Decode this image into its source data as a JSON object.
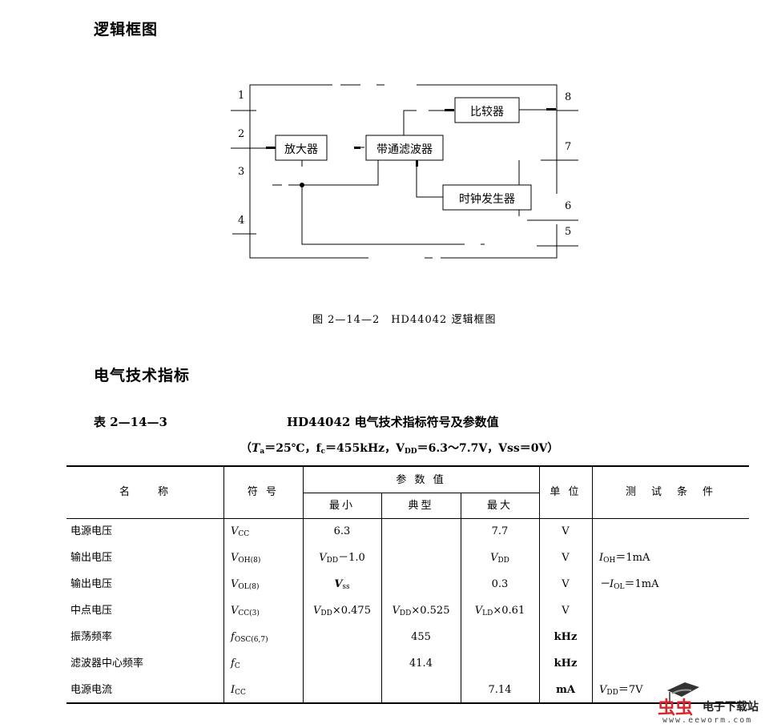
{
  "section1": {
    "title": "逻辑框图"
  },
  "diagram": {
    "blocks": {
      "amplifier": "放大器",
      "bandpass_filter": "带通滤波器",
      "comparator": "比较器",
      "clock_generator": "时钟发生器"
    },
    "pins": [
      "1",
      "2",
      "3",
      "4",
      "5",
      "6",
      "7",
      "8"
    ],
    "caption": "图 2—14—2　HD44042 逻辑框图"
  },
  "section2": {
    "title": "电气技术指标"
  },
  "table": {
    "label": "表 2—14—3",
    "title": "HD44042 电气技术指标符号及参数值",
    "conditions": {
      "ta": "T",
      "ta_sub": "a",
      "ta_val": "＝25℃，f",
      "fc_sub": "c",
      "fc_val": "＝455kHz，V",
      "vdd_sub": "DD",
      "vdd_val": "＝6.3～7.7V，Vss＝0V）",
      "open": "（"
    },
    "headers": {
      "name": "名　　称",
      "symbol": "符 号",
      "params": "参 数 值",
      "min": "最小",
      "typ": "典型",
      "max": "最大",
      "unit": "单 位",
      "test": "测　试　条　件"
    },
    "rows": [
      {
        "name": "电源电压",
        "sym": "V",
        "sym_sub": "CC",
        "min": "6.3",
        "min_sub": "",
        "min_tail": "",
        "typ": "",
        "typ_sub": "",
        "typ_tail": "",
        "max": "7.7",
        "max_sub": "",
        "max_tail": "",
        "unit": "V",
        "cond": "",
        "cond_sub": "",
        "cond_tail": ""
      },
      {
        "name": "输出电压",
        "sym": "V",
        "sym_sub": "OH(8)",
        "min": "V",
        "min_sub": "DD",
        "min_tail": "－1.0",
        "typ": "",
        "typ_sub": "",
        "typ_tail": "",
        "max": "V",
        "max_sub": "DD",
        "max_tail": "",
        "unit": "V",
        "cond": "I",
        "cond_sub": "OH",
        "cond_tail": "＝1mA"
      },
      {
        "name": "输出电压",
        "sym": "V",
        "sym_sub": "OL(8)",
        "min": "V",
        "min_sub": "ss",
        "min_tail": "",
        "typ": "",
        "typ_sub": "",
        "typ_tail": "",
        "max": "0.3",
        "max_sub": "",
        "max_tail": "",
        "unit": "V",
        "cond": "－I",
        "cond_sub": "OL",
        "cond_tail": "＝1mA"
      },
      {
        "name": "中点电压",
        "sym": "V",
        "sym_sub": "CC(3)",
        "min": "V",
        "min_sub": "DD",
        "min_tail": "×0.475",
        "typ": "V",
        "typ_sub": "DD",
        "typ_tail": "×0.525",
        "max": "V",
        "max_sub": "LD",
        "max_tail": "×0.61",
        "unit": "V",
        "cond": "",
        "cond_sub": "",
        "cond_tail": ""
      },
      {
        "name": "振荡频率",
        "sym": "f",
        "sym_sub": "OSC(6,7)",
        "min": "",
        "min_sub": "",
        "min_tail": "",
        "typ": "455",
        "typ_sub": "",
        "typ_tail": "",
        "max": "",
        "max_sub": "",
        "max_tail": "",
        "unit": "kHz",
        "cond": "",
        "cond_sub": "",
        "cond_tail": ""
      },
      {
        "name": "滤波器中心频率",
        "sym": "f",
        "sym_sub": "C",
        "min": "",
        "min_sub": "",
        "min_tail": "",
        "typ": "41.4",
        "typ_sub": "",
        "typ_tail": "",
        "max": "",
        "max_sub": "",
        "max_tail": "",
        "unit": "kHz",
        "cond": "",
        "cond_sub": "",
        "cond_tail": ""
      },
      {
        "name": "电源电流",
        "sym": "I",
        "sym_sub": "CC",
        "min": "",
        "min_sub": "",
        "min_tail": "",
        "typ": "",
        "typ_sub": "",
        "typ_tail": "",
        "max": "7.14",
        "max_sub": "",
        "max_tail": "",
        "unit": "mA",
        "cond": "V",
        "cond_sub": "DD",
        "cond_tail": "＝7V"
      }
    ]
  },
  "watermark": {
    "logo": "虫虫",
    "name": "电子下载站",
    "url": "www.eeworm.com",
    "color": "#d9262b"
  }
}
